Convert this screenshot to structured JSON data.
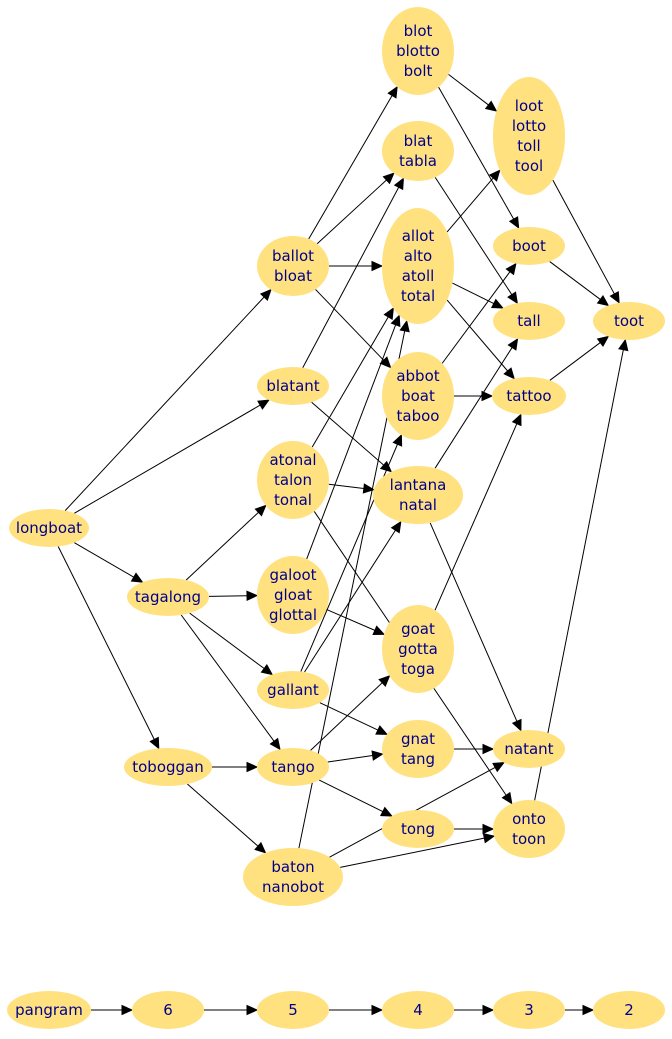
{
  "nodes": [
    {
      "id": "longboat",
      "lines": [
        "longboat"
      ]
    },
    {
      "id": "tagalong",
      "lines": [
        "tagalong"
      ]
    },
    {
      "id": "toboggan",
      "lines": [
        "toboggan"
      ]
    },
    {
      "id": "ballot",
      "lines": [
        "ballot",
        "bloat"
      ]
    },
    {
      "id": "blatant",
      "lines": [
        "blatant"
      ]
    },
    {
      "id": "atonal",
      "lines": [
        "atonal",
        "talon",
        "tonal"
      ]
    },
    {
      "id": "galoot",
      "lines": [
        "galoot",
        "gloat",
        "glottal"
      ]
    },
    {
      "id": "gallant",
      "lines": [
        "gallant"
      ]
    },
    {
      "id": "tango",
      "lines": [
        "tango"
      ]
    },
    {
      "id": "baton",
      "lines": [
        "baton",
        "nanobot"
      ]
    },
    {
      "id": "blot",
      "lines": [
        "blot",
        "blotto",
        "bolt"
      ]
    },
    {
      "id": "blat",
      "lines": [
        "blat",
        "tabla"
      ]
    },
    {
      "id": "allot",
      "lines": [
        "allot",
        "alto",
        "atoll",
        "total"
      ]
    },
    {
      "id": "abbot",
      "lines": [
        "abbot",
        "boat",
        "taboo"
      ]
    },
    {
      "id": "lantana",
      "lines": [
        "lantana",
        "natal"
      ]
    },
    {
      "id": "goat",
      "lines": [
        "goat",
        "gotta",
        "toga"
      ]
    },
    {
      "id": "gnat",
      "lines": [
        "gnat",
        "tang"
      ]
    },
    {
      "id": "tong",
      "lines": [
        "tong"
      ]
    },
    {
      "id": "loot",
      "lines": [
        "loot",
        "lotto",
        "toll",
        "tool"
      ]
    },
    {
      "id": "boot",
      "lines": [
        "boot"
      ]
    },
    {
      "id": "tall",
      "lines": [
        "tall"
      ]
    },
    {
      "id": "tattoo",
      "lines": [
        "tattoo"
      ]
    },
    {
      "id": "natant",
      "lines": [
        "natant"
      ]
    },
    {
      "id": "onto",
      "lines": [
        "onto",
        "toon"
      ]
    },
    {
      "id": "toot",
      "lines": [
        "toot"
      ]
    },
    {
      "id": "pangram",
      "lines": [
        "pangram"
      ]
    },
    {
      "id": "l6",
      "lines": [
        "6"
      ]
    },
    {
      "id": "l5",
      "lines": [
        "5"
      ]
    },
    {
      "id": "l4",
      "lines": [
        "4"
      ]
    },
    {
      "id": "l3",
      "lines": [
        "3"
      ]
    },
    {
      "id": "l2",
      "lines": [
        "2"
      ]
    }
  ],
  "edges": [
    [
      "longboat",
      "ballot"
    ],
    [
      "longboat",
      "blatant"
    ],
    [
      "longboat",
      "tagalong"
    ],
    [
      "longboat",
      "toboggan"
    ],
    [
      "tagalong",
      "atonal"
    ],
    [
      "tagalong",
      "galoot"
    ],
    [
      "tagalong",
      "gallant"
    ],
    [
      "tagalong",
      "tango"
    ],
    [
      "toboggan",
      "tango"
    ],
    [
      "toboggan",
      "baton"
    ],
    [
      "ballot",
      "blot"
    ],
    [
      "ballot",
      "blat"
    ],
    [
      "ballot",
      "allot"
    ],
    [
      "ballot",
      "abbot"
    ],
    [
      "blatant",
      "blat"
    ],
    [
      "blatant",
      "lantana"
    ],
    [
      "atonal",
      "allot"
    ],
    [
      "atonal",
      "lantana"
    ],
    [
      "atonal",
      "onto"
    ],
    [
      "galoot",
      "allot"
    ],
    [
      "galoot",
      "goat"
    ],
    [
      "gallant",
      "abbot"
    ],
    [
      "gallant",
      "gnat"
    ],
    [
      "tango",
      "goat"
    ],
    [
      "tango",
      "gnat"
    ],
    [
      "tango",
      "tong"
    ],
    [
      "baton",
      "allot"
    ],
    [
      "baton",
      "natant"
    ],
    [
      "baton",
      "onto"
    ],
    [
      "gallant",
      "lantana"
    ],
    [
      "blot",
      "loot"
    ],
    [
      "blot",
      "boot"
    ],
    [
      "blat",
      "tall"
    ],
    [
      "allot",
      "loot"
    ],
    [
      "allot",
      "tall"
    ],
    [
      "allot",
      "tattoo"
    ],
    [
      "abbot",
      "boot"
    ],
    [
      "abbot",
      "tattoo"
    ],
    [
      "lantana",
      "tall"
    ],
    [
      "lantana",
      "natant"
    ],
    [
      "goat",
      "tattoo"
    ],
    [
      "gnat",
      "natant"
    ],
    [
      "tong",
      "onto"
    ],
    [
      "loot",
      "toot"
    ],
    [
      "boot",
      "toot"
    ],
    [
      "tattoo",
      "toot"
    ],
    [
      "onto",
      "toot"
    ],
    [
      "pangram",
      "l6"
    ],
    [
      "l6",
      "l5"
    ],
    [
      "l5",
      "l4"
    ],
    [
      "l4",
      "l3"
    ],
    [
      "l3",
      "l2"
    ]
  ]
}
